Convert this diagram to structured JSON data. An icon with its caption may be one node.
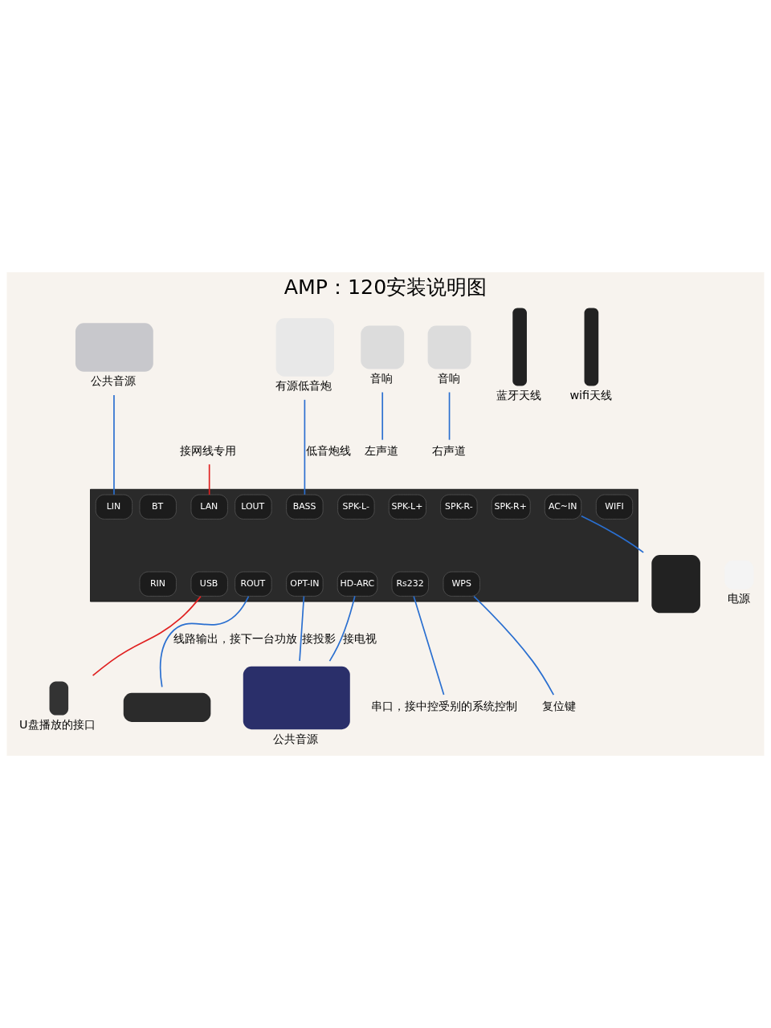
{
  "diagram": {
    "title": "AMP：120安装说明图",
    "nodes": [
      {
        "text": [],
        "shape": "box"
      },
      {
        "text": [
          "BT"
        ],
        "in": 0
      },
      {
        "text": [
          "LAN"
        ],
        "in": 0
      },
      {
        "text": [
          "USB"
        ],
        "in": 0
      },
      {
        "text": [
          "LIN"
        ],
        "in": 0
      },
      {
        "text": [
          "RIN"
        ],
        "in": 0
      },
      {
        "text": [
          "LOUT"
        ],
        "in": 0
      },
      {
        "text": [
          "ROUT"
        ],
        "in": 0
      },
      {
        "text": [
          "BASS"
        ],
        "in": 0
      },
      {
        "text": [
          "OPT-IN"
        ],
        "in": 0
      },
      {
        "text": [
          "SPK-L-"
        ],
        "in": 0
      },
      {
        "text": [
          "SPK-L+"
        ],
        "in": 0
      },
      {
        "text": [
          "SPK-R-"
        ],
        "in": 0
      },
      {
        "text": [
          "SPK-R+"
        ],
        "in": 0
      },
      {
        "text": [
          "HD-ARC"
        ],
        "in": 0
      },
      {
        "text": [
          "Rs232"
        ],
        "in": 0
      },
      {
        "text": [
          "WPS"
        ],
        "in": 0
      },
      {
        "text": [
          "AC~IN"
        ],
        "in": 0
      },
      {
        "text": [
          "WIFI"
        ],
        "in": 0
      },
      {
        "text": [],
        "shape": "box",
        "beside": [
          "公共音源"
        ]
      },
      {
        "text": [],
        "shape": "box",
        "beside": [
          "有源低音炮"
        ]
      },
      {
        "text": [],
        "shape": "box",
        "beside": [
          "音响"
        ]
      },
      {
        "text": [],
        "shape": "box",
        "beside": [
          "音响"
        ]
      },
      {
        "text": [],
        "shape": "box",
        "beside": [
          "蓝牙天线"
        ]
      },
      {
        "text": [],
        "shape": "box",
        "beside": [
          "wifi天线"
        ]
      },
      {
        "text": [
          "左声道"
        ]
      },
      {
        "text": [
          "右声道"
        ]
      },
      {
        "text": [
          "接网线专用"
        ]
      },
      {
        "text": [],
        "shape": "box",
        "beside": [
          "U盘播放的接口"
        ]
      },
      {
        "text": [
          "复位键"
        ]
      },
      {
        "text": [
          "串口，接中控受别的系统控制"
        ]
      },
      {
        "text": [],
        "shape": "box"
      },
      {
        "text": [],
        "shape": "box",
        "beside": [
          "电源"
        ]
      },
      {
        "text": [],
        "shape": "box"
      },
      {
        "text": [],
        "shape": "box",
        "beside": [
          "公共音源"
        ]
      }
    ],
    "edges": [
      {
        "from": 19,
        "to": 4,
        "arrow": "none"
      },
      {
        "from": 20,
        "to": 8,
        "arrow": "none",
        "label": "低音炮线"
      },
      {
        "from": 21,
        "to": 25,
        "arrow": "none"
      },
      {
        "from": 22,
        "to": 26,
        "arrow": "none"
      },
      {
        "from": 27,
        "to": 2,
        "arrow": "none",
        "color": "#e02020"
      },
      {
        "from": 3,
        "to": 28,
        "arrow": "none",
        "color": "#e02020"
      },
      {
        "from": 7,
        "to": 33,
        "arrow": "none",
        "label": "线路输出，接下一台功放"
      },
      {
        "from": 9,
        "to": 34,
        "arrow": "none",
        "label": "接投影"
      },
      {
        "from": 14,
        "to": 34,
        "arrow": "none",
        "label": "接电视"
      },
      {
        "from": 15,
        "to": 30,
        "arrow": "none"
      },
      {
        "from": 16,
        "to": 29,
        "arrow": "none"
      },
      {
        "from": 17,
        "to": 31,
        "arrow": "none"
      }
    ]
  }
}
